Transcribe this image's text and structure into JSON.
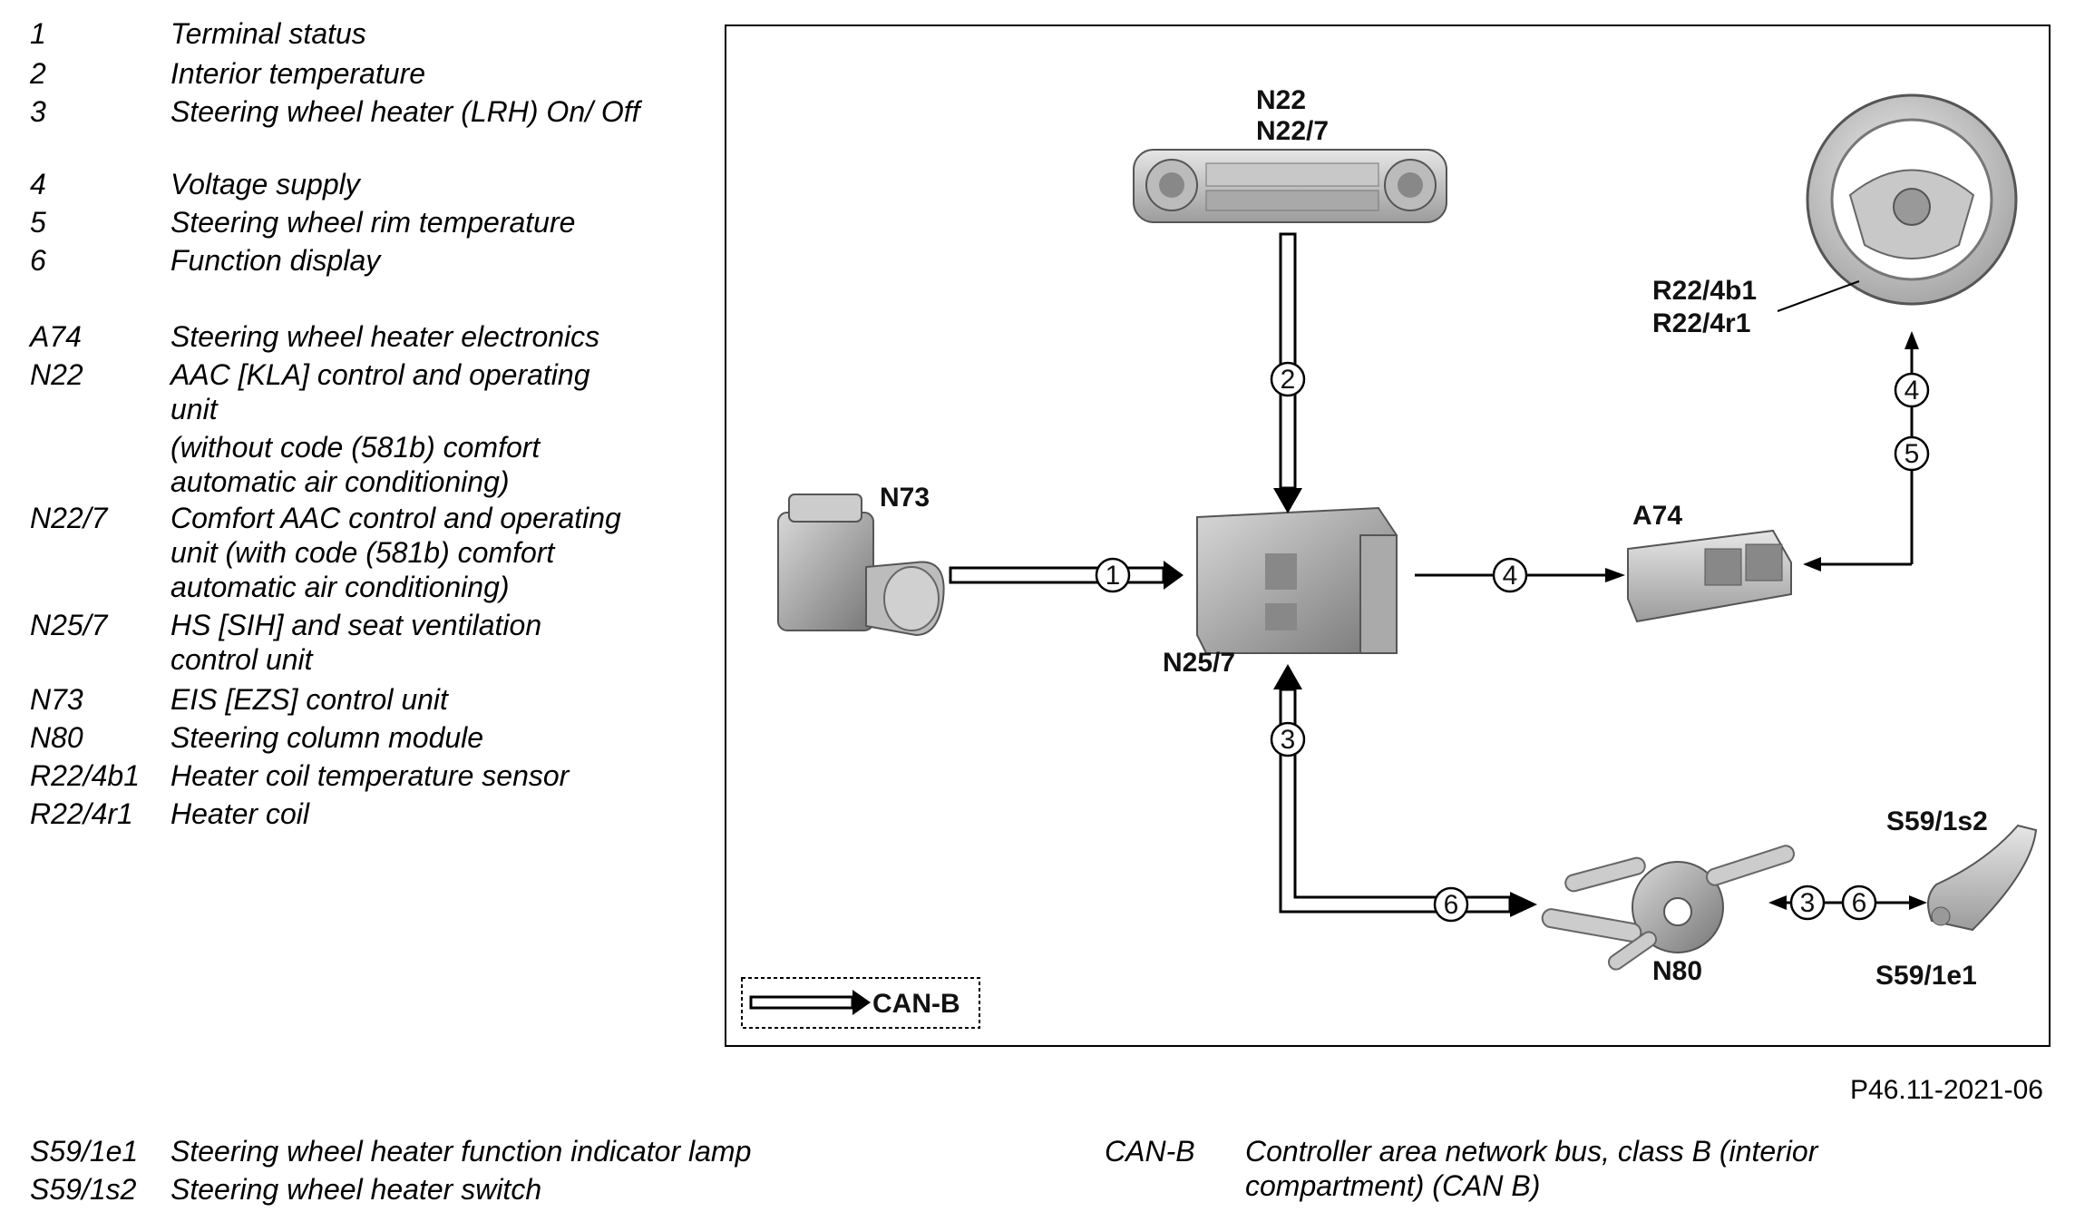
{
  "legend_top": [
    {
      "key": "1",
      "text": "Terminal status"
    },
    {
      "key": "2",
      "text": "Interior temperature"
    },
    {
      "key": "3",
      "text": "Steering wheel heater (LRH) On/ Off"
    },
    {
      "key": "4",
      "text": "Voltage supply"
    },
    {
      "key": "5",
      "text": "Steering wheel rim temperature"
    },
    {
      "key": "6",
      "text": "Function display"
    },
    {
      "key": "A74",
      "text": "Steering wheel heater electronics"
    },
    {
      "key": "N22",
      "text": "AAC [KLA] control and operating unit"
    },
    {
      "key": "",
      "text": "(without code (581b) comfort automatic air conditioning)"
    },
    {
      "key": "N22/7",
      "text": "Comfort AAC control and operating unit (with code (581b) comfort automatic air conditioning)"
    },
    {
      "key": "N25/7",
      "text": "HS [SIH] and seat ventilation control unit"
    },
    {
      "key": "N73",
      "text": "EIS [EZS] control unit"
    },
    {
      "key": "N80",
      "text": "Steering column module"
    },
    {
      "key": "R22/4b1",
      "text": "Heater coil temperature sensor"
    },
    {
      "key": "R22/4r1",
      "text": "Heater coil"
    }
  ],
  "legend_bottom_left": [
    {
      "key": "S59/1e1",
      "text": "Steering wheel heater function indicator lamp"
    },
    {
      "key": "S59/1s2",
      "text": "Steering wheel heater switch"
    }
  ],
  "legend_bottom_right": [
    {
      "key": "CAN-B",
      "text": "Controller area network bus, class B (interior compartment) (CAN B)"
    }
  ],
  "diagram": {
    "labels": {
      "n22": "N22",
      "n22_7": "N22/7",
      "n73": "N73",
      "n25_7": "N25/7",
      "a74": "A74",
      "r22_4b1": "R22/4b1",
      "r22_4r1": "R22/4r1",
      "s59_1s2": "S59/1s2",
      "s59_1e1": "S59/1e1",
      "n80": "N80",
      "can_b_legend": "CAN-B"
    },
    "connector_numbers": {
      "n73_to_n25": "1",
      "n22_to_n25": "2",
      "n80_to_n25": "3",
      "n25_to_a74": "4",
      "a74_to_wheel_4": "4",
      "a74_to_wheel_5": "5",
      "n25_to_n80": "6",
      "n80_s59_3": "3",
      "n80_s59_6": "6"
    }
  },
  "figure_id": "P46.11-2021-06"
}
